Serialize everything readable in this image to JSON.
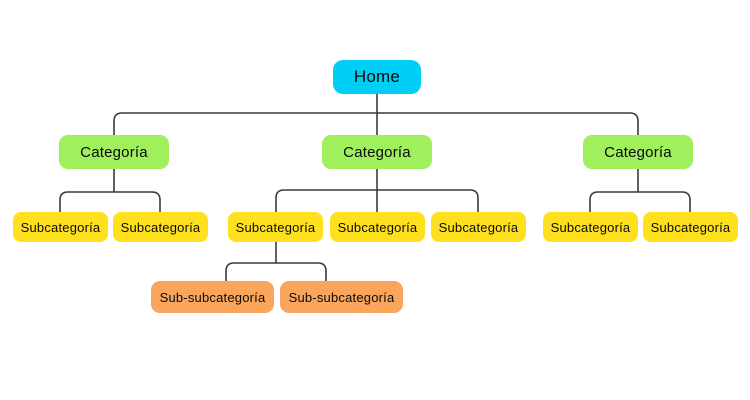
{
  "colors": {
    "background": "#ffffff",
    "home": "#00cff5",
    "category": "#a0ef5c",
    "subcategory": "#ffe01f",
    "subsubcategory": "#f9a55c",
    "connector": "#3a3a3a",
    "text": "#0a0a0a"
  },
  "diagram_type": "sitemap-tree",
  "tree": {
    "root": {
      "label": "Home"
    },
    "children": [
      {
        "label": "Categoría",
        "children": [
          {
            "label": "Subcategoría"
          },
          {
            "label": "Subcategoría"
          }
        ]
      },
      {
        "label": "Categoría",
        "children": [
          {
            "label": "Subcategoría",
            "children": [
              {
                "label": "Sub-subcategoría"
              },
              {
                "label": "Sub-subcategoría"
              }
            ]
          },
          {
            "label": "Subcategoría"
          },
          {
            "label": "Subcategoría"
          }
        ]
      },
      {
        "label": "Categoría",
        "children": [
          {
            "label": "Subcategoría"
          },
          {
            "label": "Subcategoría"
          }
        ]
      }
    ]
  }
}
